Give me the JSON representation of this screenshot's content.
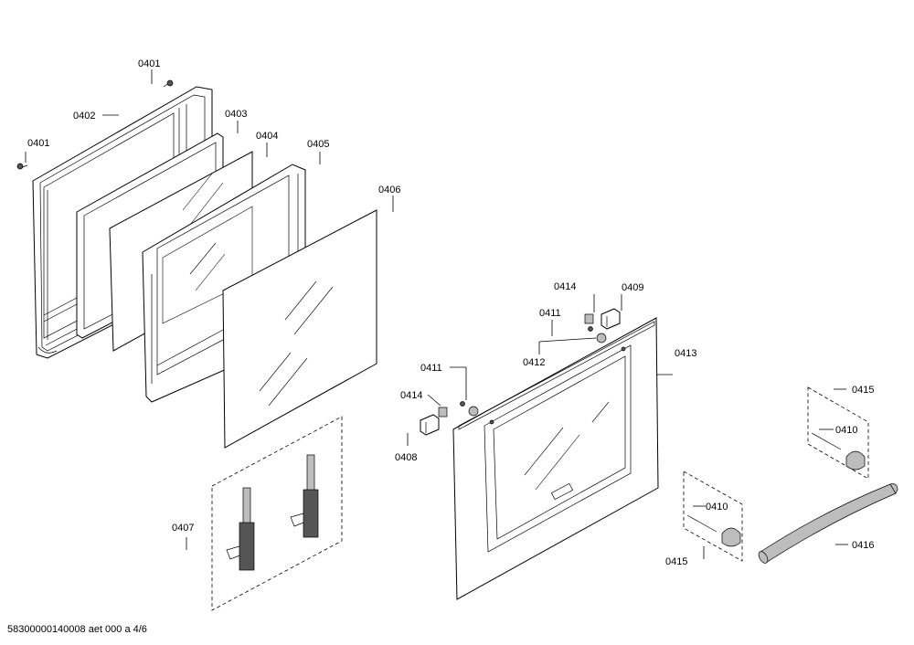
{
  "labels": {
    "l0401a": "0401",
    "l0401b": "0401",
    "l0402": "0402",
    "l0403": "0403",
    "l0404": "0404",
    "l0405": "0405",
    "l0406": "0406",
    "l0407": "0407",
    "l0408": "0408",
    "l0409": "0409",
    "l0410a": "0410",
    "l0410b": "0410",
    "l0411a": "0411",
    "l0411b": "0411",
    "l0412": "0412",
    "l0413": "0413",
    "l0414a": "0414",
    "l0414b": "0414",
    "l0415a": "0415",
    "l0415b": "0415",
    "l0416": "0416"
  },
  "footer": "58300000140008 aet 000 a 4/6"
}
